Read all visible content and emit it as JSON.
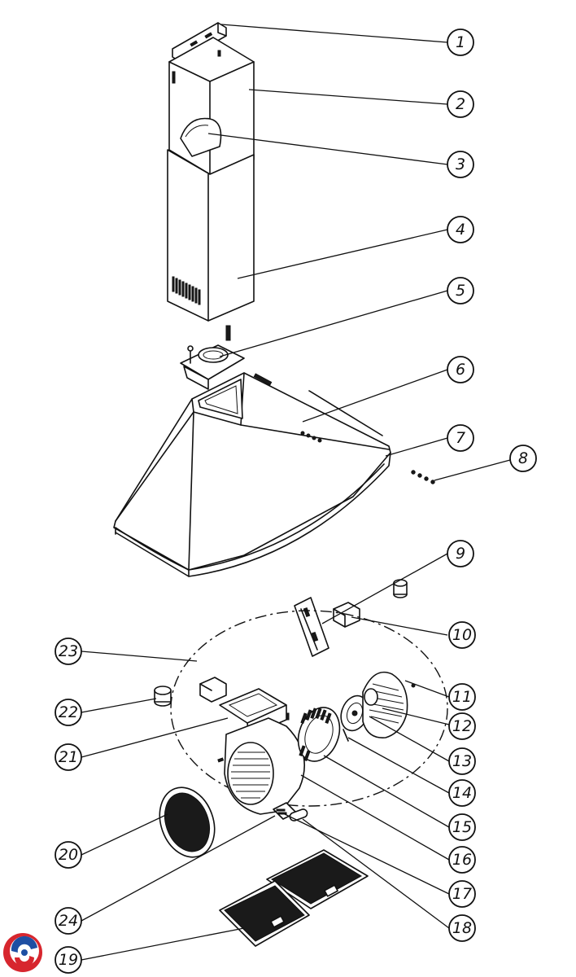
{
  "diagram": {
    "callouts": [
      {
        "id": "1",
        "label": "1"
      },
      {
        "id": "2",
        "label": "2"
      },
      {
        "id": "3",
        "label": "3"
      },
      {
        "id": "4",
        "label": "4"
      },
      {
        "id": "5",
        "label": "5"
      },
      {
        "id": "6",
        "label": "6"
      },
      {
        "id": "7",
        "label": "7"
      },
      {
        "id": "8",
        "label": "8"
      },
      {
        "id": "9",
        "label": "9"
      },
      {
        "id": "10",
        "label": "10"
      },
      {
        "id": "11",
        "label": "11"
      },
      {
        "id": "12",
        "label": "12"
      },
      {
        "id": "13",
        "label": "13"
      },
      {
        "id": "14",
        "label": "14"
      },
      {
        "id": "15",
        "label": "15"
      },
      {
        "id": "16",
        "label": "16"
      },
      {
        "id": "17",
        "label": "17"
      },
      {
        "id": "18",
        "label": "18"
      },
      {
        "id": "19",
        "label": "19"
      },
      {
        "id": "20",
        "label": "20"
      },
      {
        "id": "21",
        "label": "21"
      },
      {
        "id": "22",
        "label": "22"
      },
      {
        "id": "23",
        "label": "23"
      },
      {
        "id": "24",
        "label": "24"
      }
    ],
    "logo": "brand-logo",
    "colors": {
      "ink": "#111111",
      "logo_red": "#d7262e",
      "logo_blue": "#1e4fa3"
    }
  }
}
